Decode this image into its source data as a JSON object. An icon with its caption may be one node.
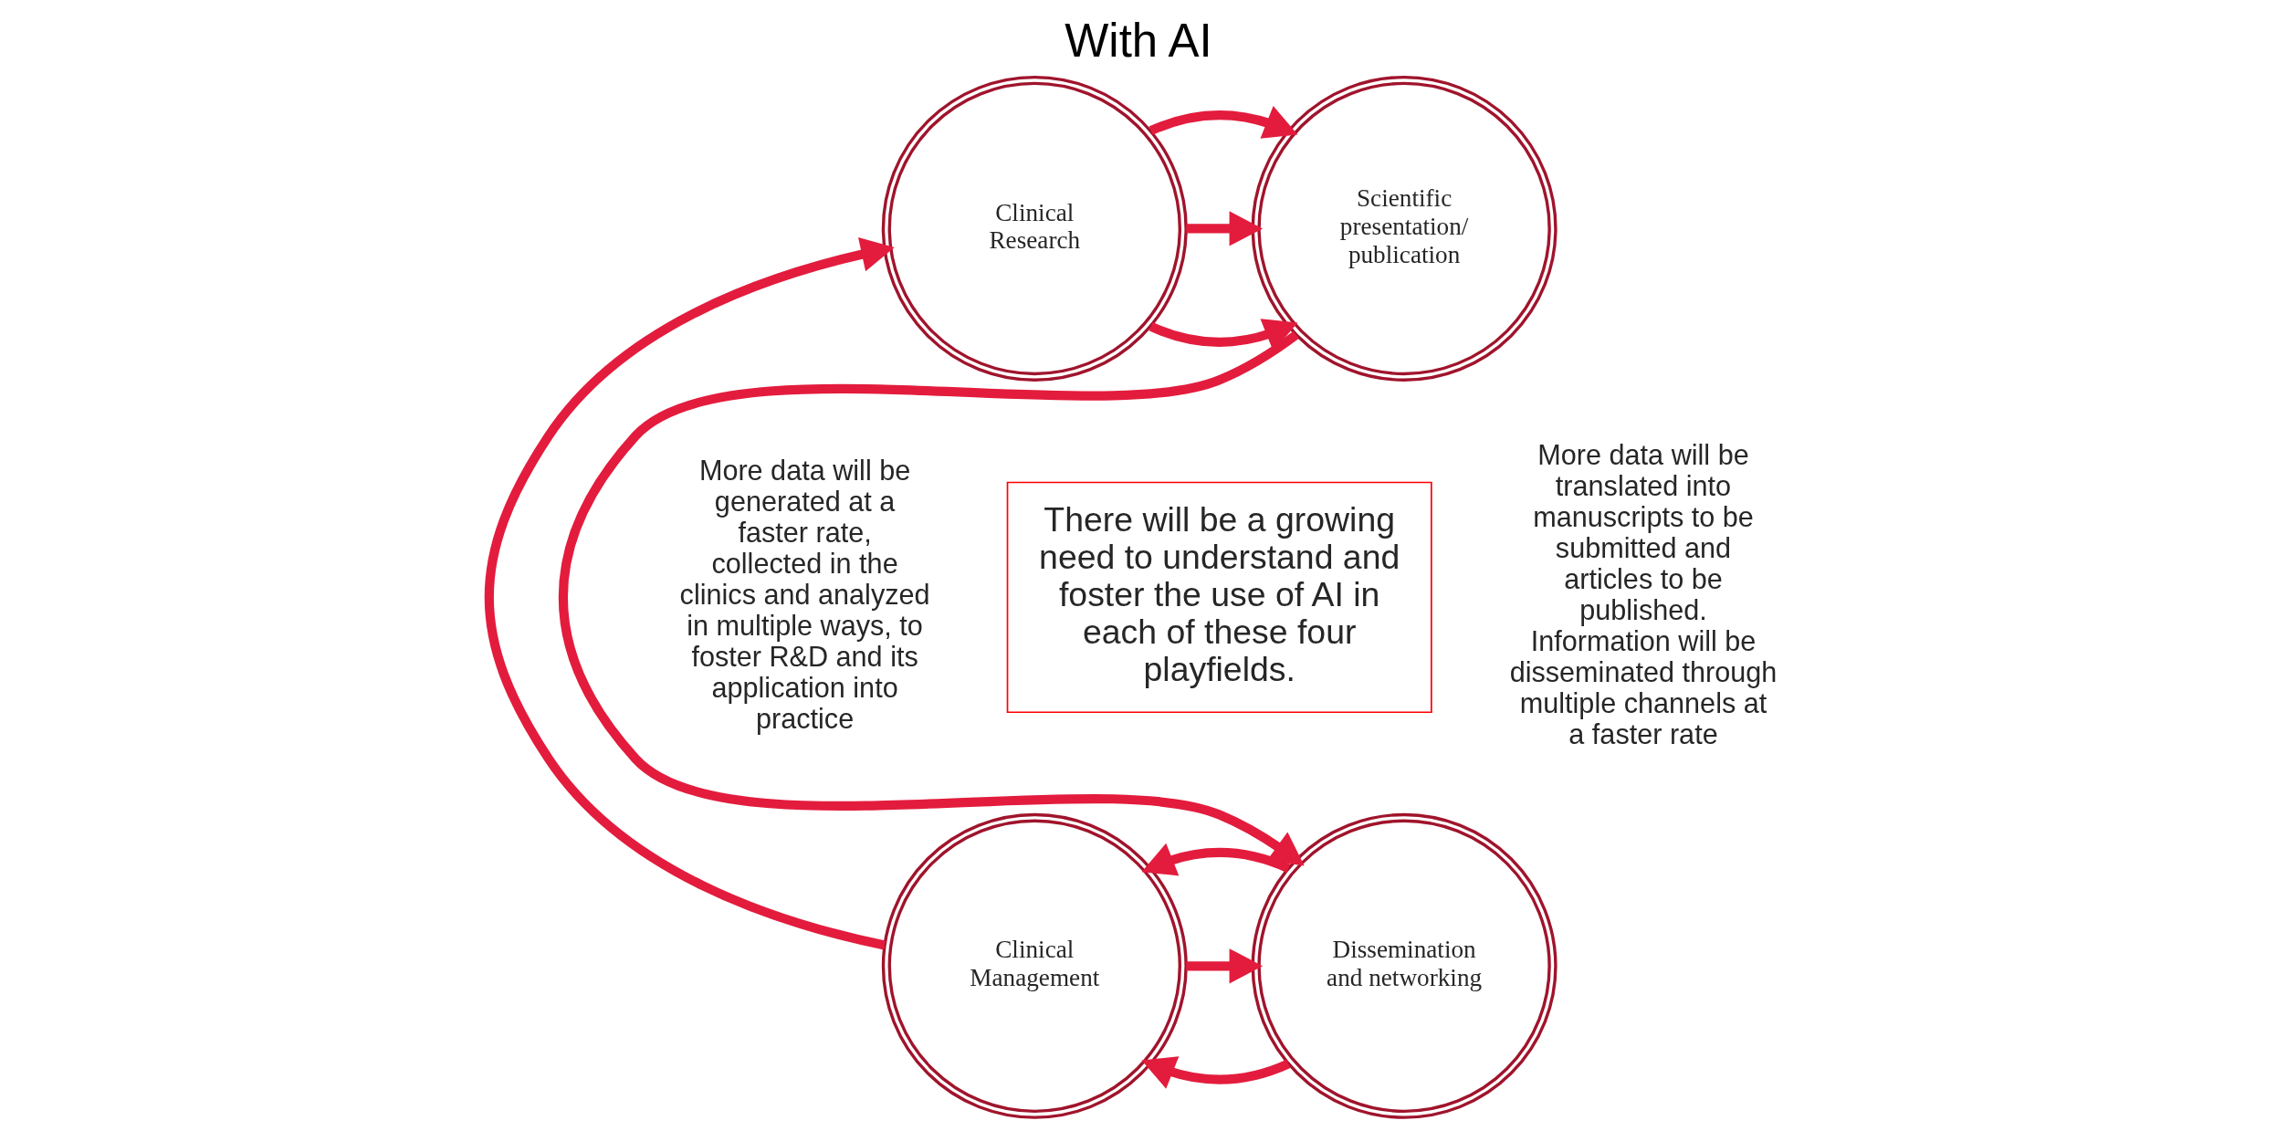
{
  "diagram": {
    "title": "With AI",
    "nodes": [
      {
        "text": [
          "Clinical Research"
        ]
      },
      {
        "text": [
          "Scientific presentation/ publication"
        ]
      },
      {
        "text": [
          "Clinical Management"
        ]
      },
      {
        "text": [
          "Dissemination and networking"
        ]
      },
      {
        "text": [
          "There will be a growing need to understand and foster the use of AI in each of these four playfields."
        ]
      }
    ],
    "edges": [
      {
        "from": 0,
        "to": 1,
        "arrow": "to"
      },
      {
        "from": 0,
        "to": 1,
        "arrow": "to"
      },
      {
        "from": 0,
        "to": 1,
        "arrow": "to"
      },
      {
        "from": 1,
        "to": 3,
        "arrow": "to"
      },
      {
        "from": 3,
        "to": 2,
        "arrow": "to"
      },
      {
        "from": 2,
        "to": 3,
        "arrow": "to"
      },
      {
        "from": 3,
        "to": 2,
        "arrow": "to"
      },
      {
        "from": 2,
        "to": 0,
        "arrow": "to"
      }
    ],
    "labels": [
      "More data will be generated at a faster rate, collected in the clinics and analyzed in multiple ways, to foster R&D and its application into practice",
      "More data will be translated into manuscripts to be submitted and articles to be published. Information will be disseminated through multiple channels at a faster rate"
    ]
  }
}
